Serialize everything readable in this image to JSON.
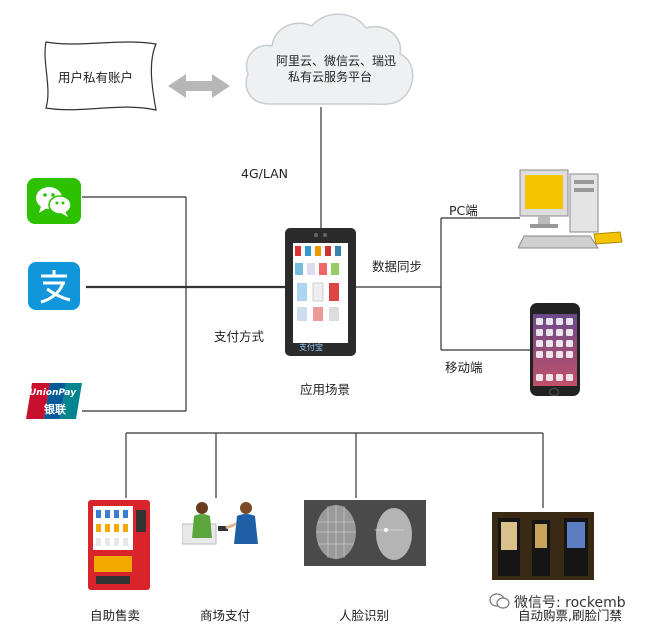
{
  "account": {
    "label": "用户私有账户"
  },
  "cloud": {
    "line1": "阿里云、微信云、瑞迅",
    "line2": "私有云服务平台"
  },
  "link_label": "4G/LAN",
  "payment_label": "支付方式",
  "sync_label": "数据同步",
  "device_label": "应用场景",
  "pc_label": "PC端",
  "mobile_label": "移动端",
  "device_screen": {
    "brand": "支付宝"
  },
  "unionpay": {
    "top": "UnionPay",
    "bottom": "银联"
  },
  "scenes": [
    {
      "label": "自助售卖"
    },
    {
      "label": "商场支付"
    },
    {
      "label": "人脸识别"
    },
    {
      "label": "自动购票,刷脸门禁"
    }
  ],
  "watermark": "微信号: rockemb",
  "colors": {
    "wechat": "#2dc100",
    "alipay": "#1296db",
    "unionpay_red": "#c8102e",
    "unionpay_blue": "#005a98",
    "unionpay_teal": "#00848e"
  }
}
